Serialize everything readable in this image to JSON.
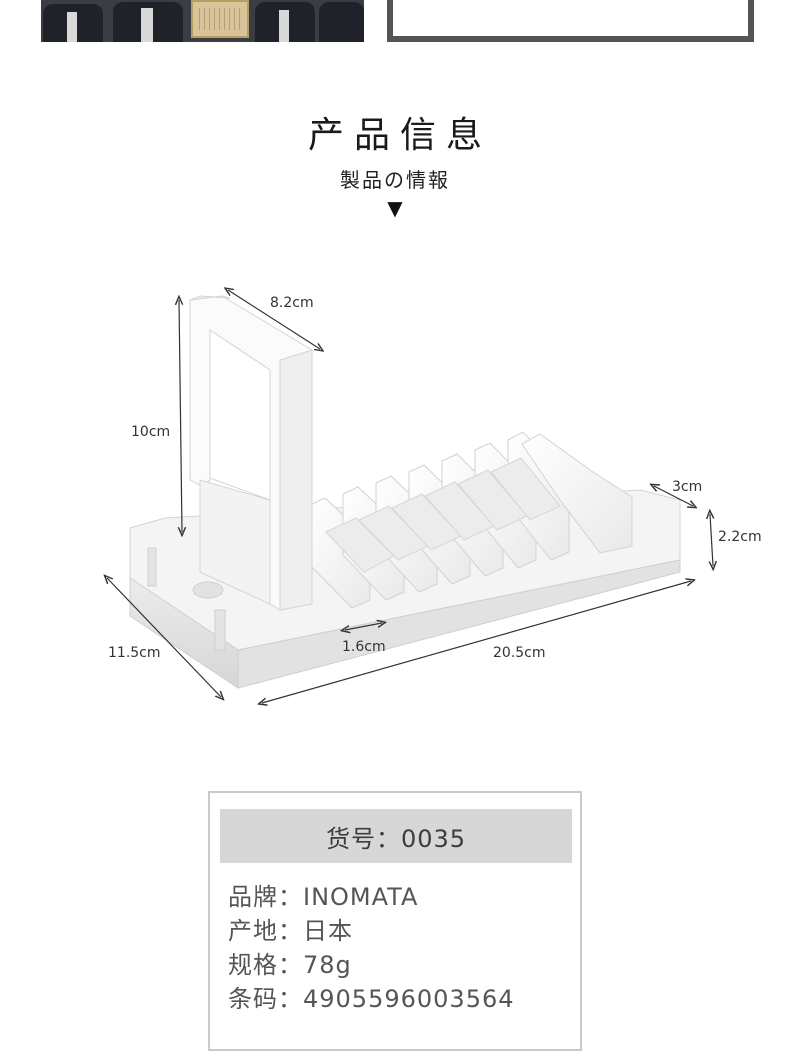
{
  "header": {
    "title_cn": "产品信息",
    "title_jp": "製品の情報",
    "arrow": "▼"
  },
  "dimensions": {
    "handle_width": "8.2cm",
    "handle_height": "10cm",
    "slot_depth": "3cm",
    "base_height": "2.2cm",
    "base_depth": "11.5cm",
    "slot_gap": "1.6cm",
    "base_length": "20.5cm"
  },
  "specs": {
    "item_number": "货号：0035",
    "brand": "品牌：INOMATA",
    "origin": "产地：日本",
    "weight": "规格：78g",
    "barcode": "条码：4905596003564"
  }
}
